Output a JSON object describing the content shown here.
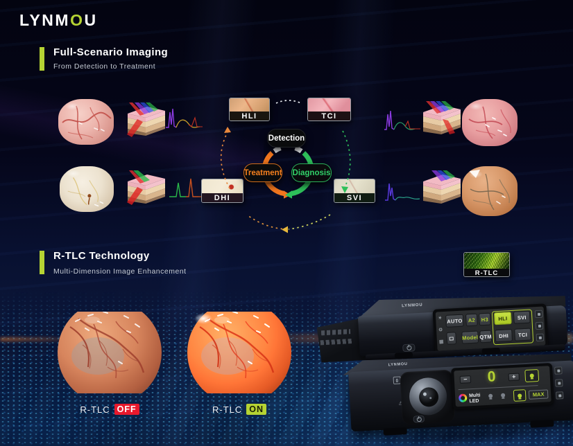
{
  "brand": {
    "pre": "LYNM",
    "accent": "O",
    "post": "U"
  },
  "sections": {
    "imaging": {
      "title": "Full-Scenario Imaging",
      "subtitle": "From Detection to Treatment"
    },
    "rtlc": {
      "title": "R-TLC Technology",
      "subtitle": "Multi-Dimension Image Enhancement",
      "badge": "R-TLC"
    }
  },
  "cycle": {
    "detection": "Detection",
    "diagnosis": "Diagnosis",
    "treatment": "Treatment"
  },
  "modes": {
    "hli": "HLI",
    "tci": "TCI",
    "dhi": "DHI",
    "svi": "SVI"
  },
  "comparison": {
    "prefix": "R-TLC",
    "off": "OFF",
    "on": "ON"
  },
  "processor": {
    "brand": "LYNMOU",
    "row1": [
      "AUTO",
      "A2",
      "H3",
      "HLI",
      "SVI"
    ],
    "row2": [
      "Model",
      "QTM",
      "DHI",
      "TCI"
    ],
    "active_mode": "HLI"
  },
  "light": {
    "brand": "LYNMOU",
    "minus": "−",
    "value": "0",
    "plus": "+",
    "multi1": "Multi",
    "multi2": "LED",
    "max": "MAX"
  },
  "colors": {
    "accent": "#b5d333",
    "orange": "#f0761e",
    "green": "#2ec05a",
    "red": "#e8192d"
  }
}
